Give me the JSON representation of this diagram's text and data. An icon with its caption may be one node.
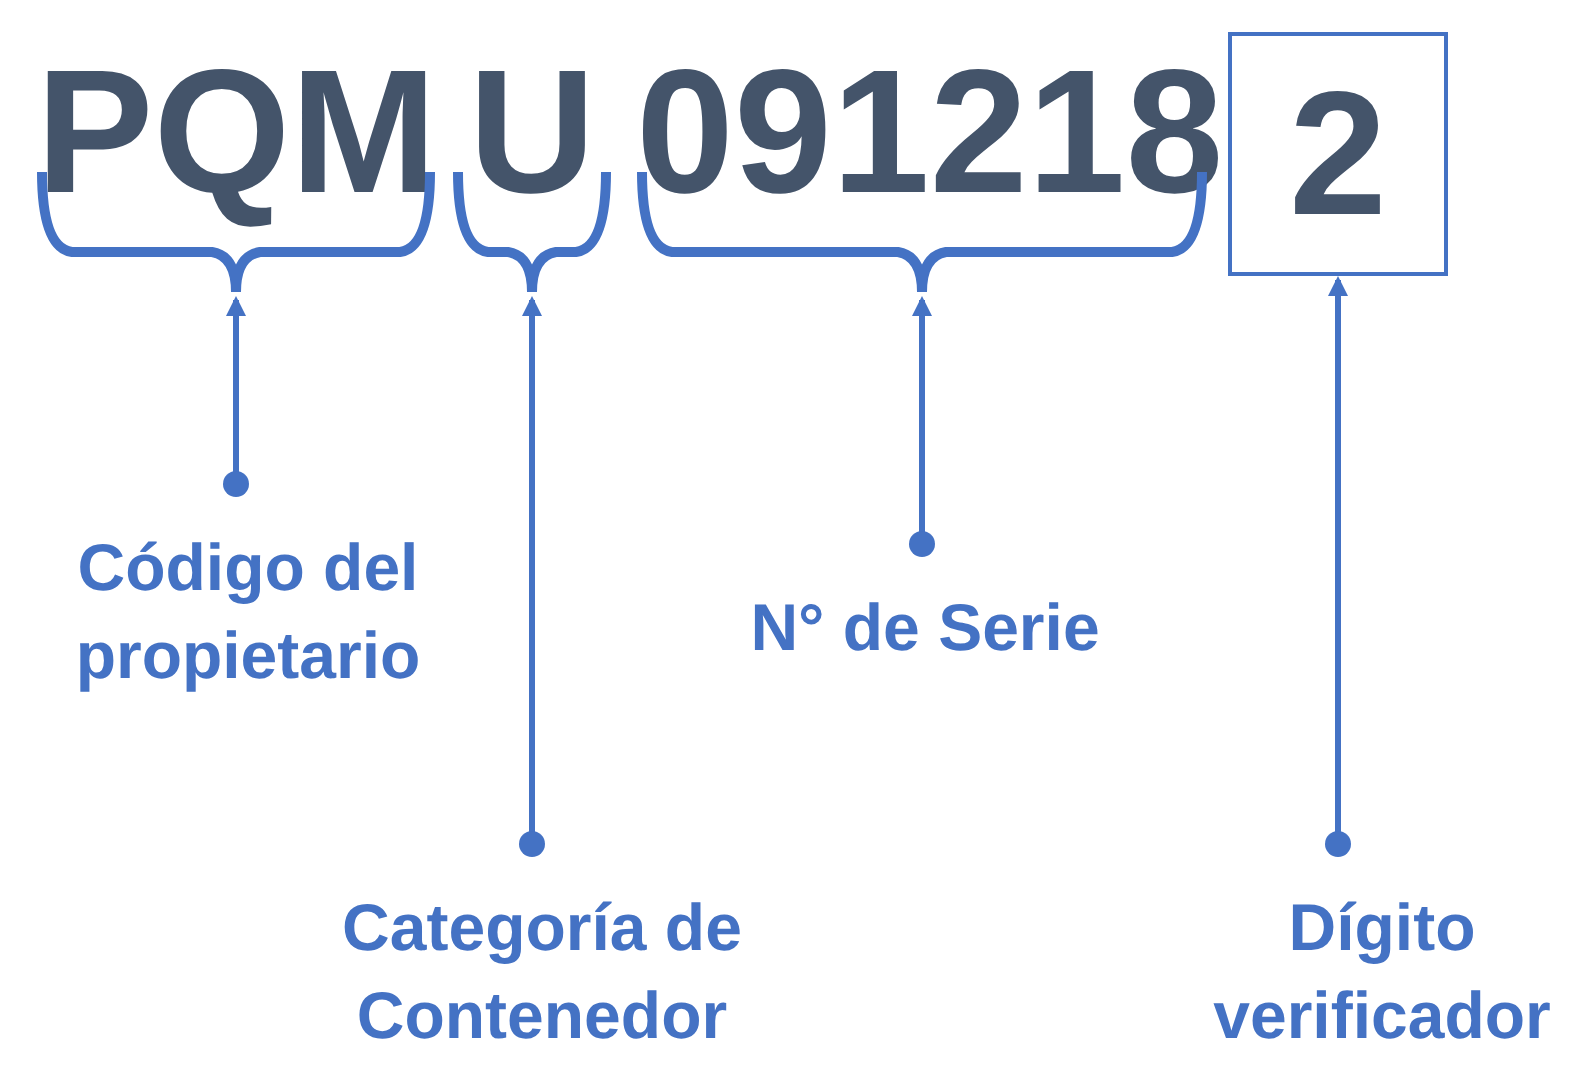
{
  "diagram": {
    "nodes": [
      {
        "text": [
          "PQM"
        ]
      },
      {
        "text": [
          "U"
        ]
      },
      {
        "text": [
          "091218"
        ]
      },
      {
        "text": [
          "2"
        ]
      },
      {
        "text": [
          "Código del propietario"
        ]
      },
      {
        "text": [
          "Categoría de Contenedor"
        ]
      },
      {
        "text": [
          "N° de Serie"
        ]
      },
      {
        "text": [
          "Dígito verificador"
        ]
      }
    ],
    "edges": [
      {
        "from": 4,
        "to": 0,
        "arrow": "to"
      },
      {
        "from": 5,
        "to": 1,
        "arrow": "to"
      },
      {
        "from": 6,
        "to": 2,
        "arrow": "to"
      },
      {
        "from": 7,
        "to": 3,
        "arrow": "to"
      }
    ]
  }
}
